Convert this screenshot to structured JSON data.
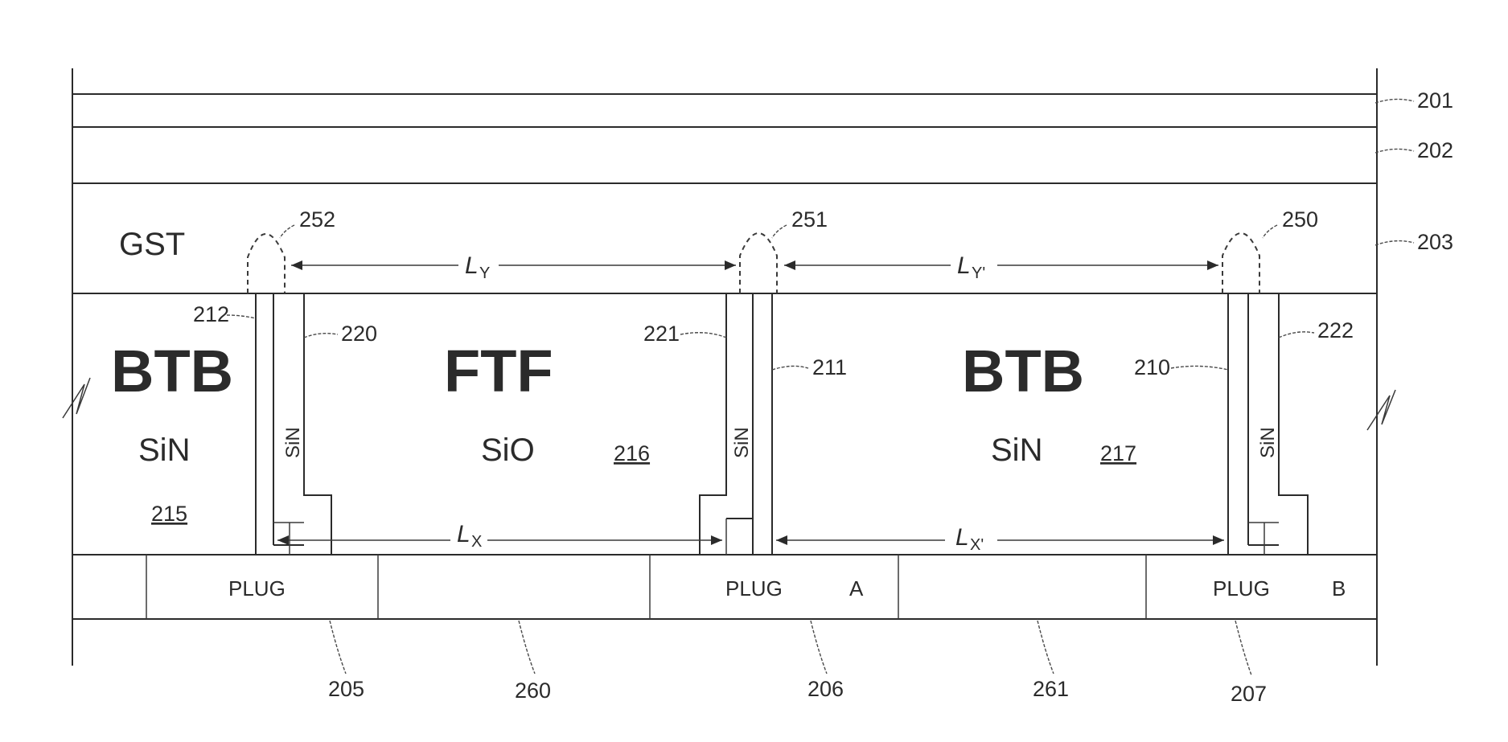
{
  "layers": {
    "top1": "201",
    "top2": "202",
    "gst_label": "GST",
    "gst_ref": "203"
  },
  "regions": {
    "btb_left": {
      "title": "BTB",
      "material": "SiN",
      "ref": "215"
    },
    "ftf": {
      "title": "FTF",
      "material": "SiO",
      "ref": "216"
    },
    "btb_right": {
      "title": "BTB",
      "material": "SiN",
      "ref": "217"
    }
  },
  "liners": {
    "sin_label": "SiN",
    "refs": {
      "r212": "212",
      "r220": "220",
      "r221": "221",
      "r211": "211",
      "r210": "210",
      "r222": "222"
    }
  },
  "contacts": {
    "c252": "252",
    "c251": "251",
    "c250": "250"
  },
  "dimensions": {
    "ly": "L",
    "ly_sub": "Y",
    "ly2": "L",
    "ly2_sub": "Y'",
    "lx": "L",
    "lx_sub": "X",
    "lx2": "L",
    "lx2_sub": "X'"
  },
  "plugs": {
    "p205": {
      "label": "PLUG",
      "ref": "205"
    },
    "p206": {
      "label": "PLUG",
      "tag": "A",
      "ref": "206"
    },
    "p207": {
      "label": "PLUG",
      "tag": "B",
      "ref": "207"
    },
    "g260": "260",
    "g261": "261"
  }
}
